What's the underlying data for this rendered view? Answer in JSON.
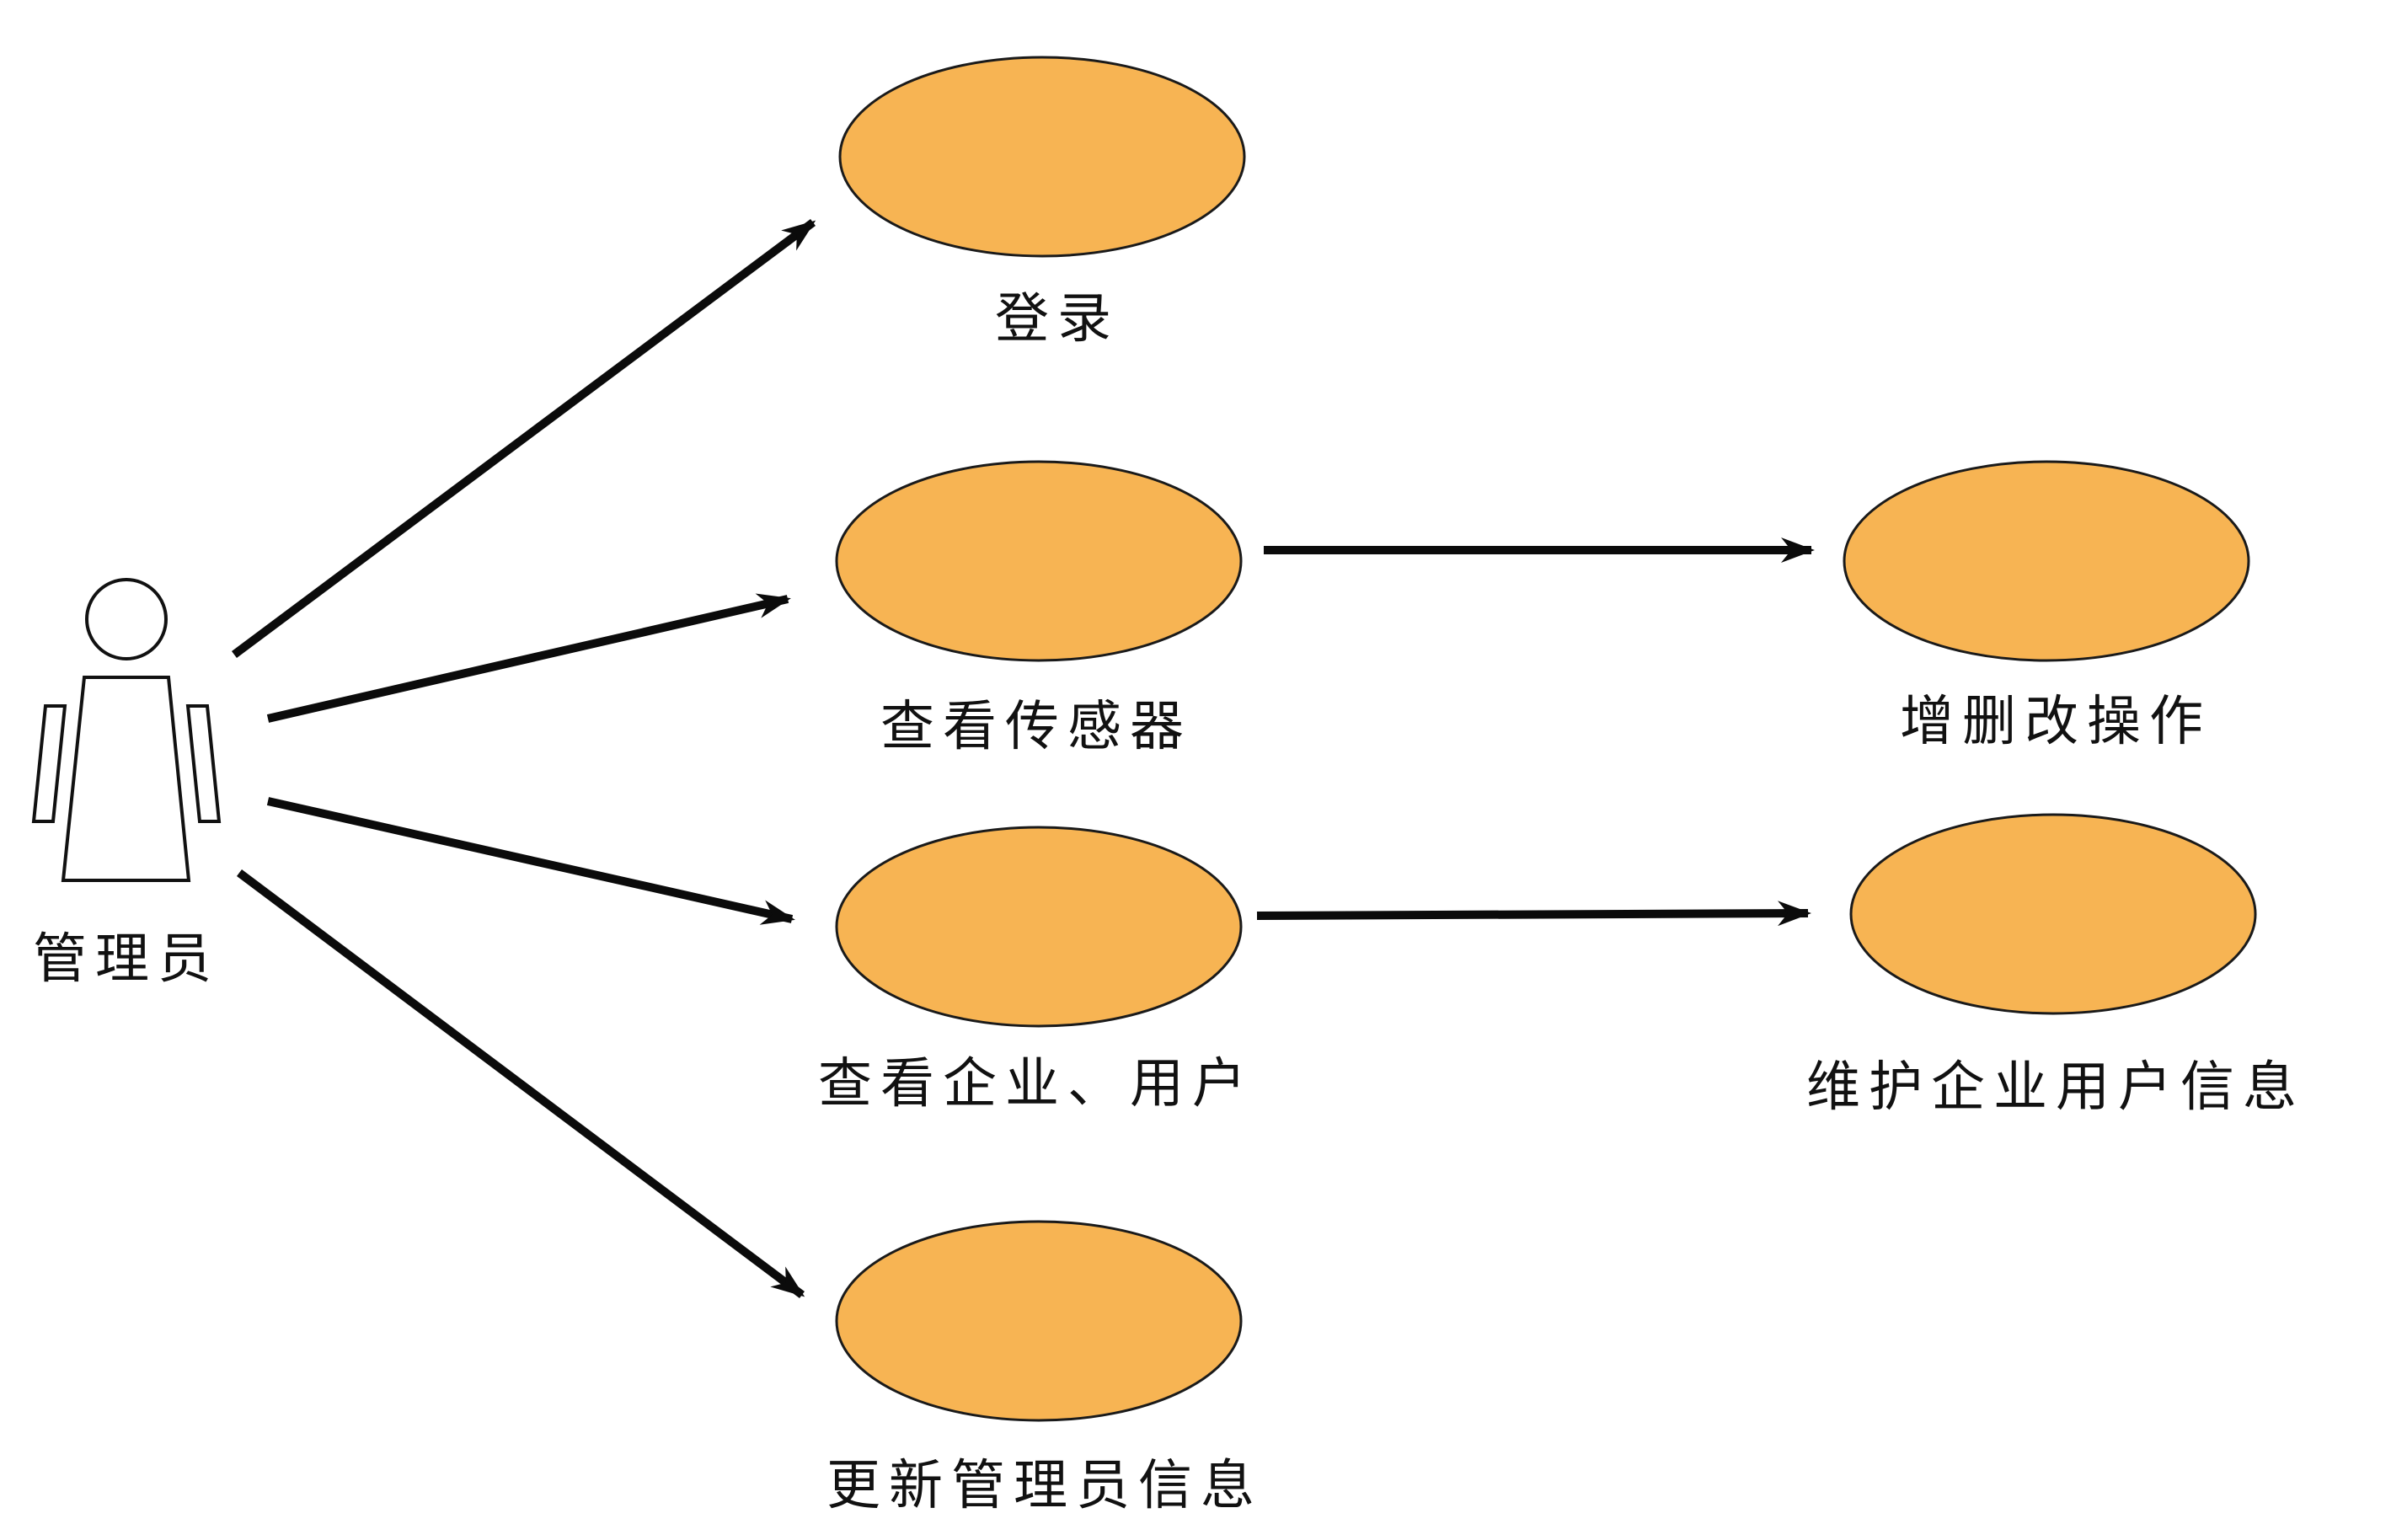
{
  "actor": {
    "label": "管理员"
  },
  "use_cases": {
    "login": "登录",
    "view_sensors": "查看传感器",
    "view_companies_users": "查看企业、用户",
    "update_admin_info": "更新管理员信息",
    "crud_operations": "增删改操作",
    "maintain_company_user_info": "维护企业用户信息"
  },
  "colors": {
    "use_case_fill": "#F7B453",
    "arrow": "#0b0b0b",
    "text": "#111111"
  }
}
